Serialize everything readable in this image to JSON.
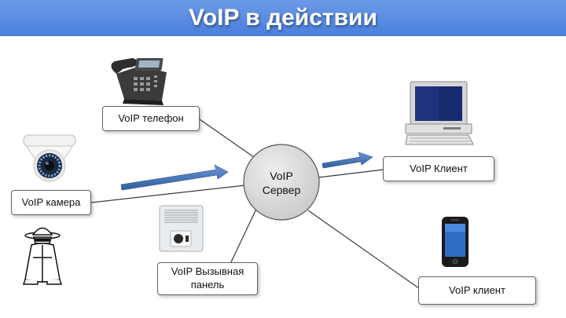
{
  "header": {
    "title": "VoIP в действии"
  },
  "server": {
    "line1": "VoIP",
    "line2": "Сервер"
  },
  "nodes": {
    "phone": "VoIP телефон",
    "camera": "VoIP камера",
    "doorpanel_line1": "VoIP Вызывная",
    "doorpanel_line2": "панель",
    "client_pc": "VoIP Клиент",
    "client_mobile": "VoIP клиент"
  },
  "colors": {
    "title_bar": "#4a7fdc",
    "arrow": "#3f6fb5",
    "server_fill": "#d9d9d9",
    "lines": "#3a3a3a"
  },
  "icons": [
    "desk-phone-icon",
    "dome-camera-icon",
    "spy-icon",
    "intercom-panel-icon",
    "desktop-computer-icon",
    "smartphone-icon"
  ]
}
